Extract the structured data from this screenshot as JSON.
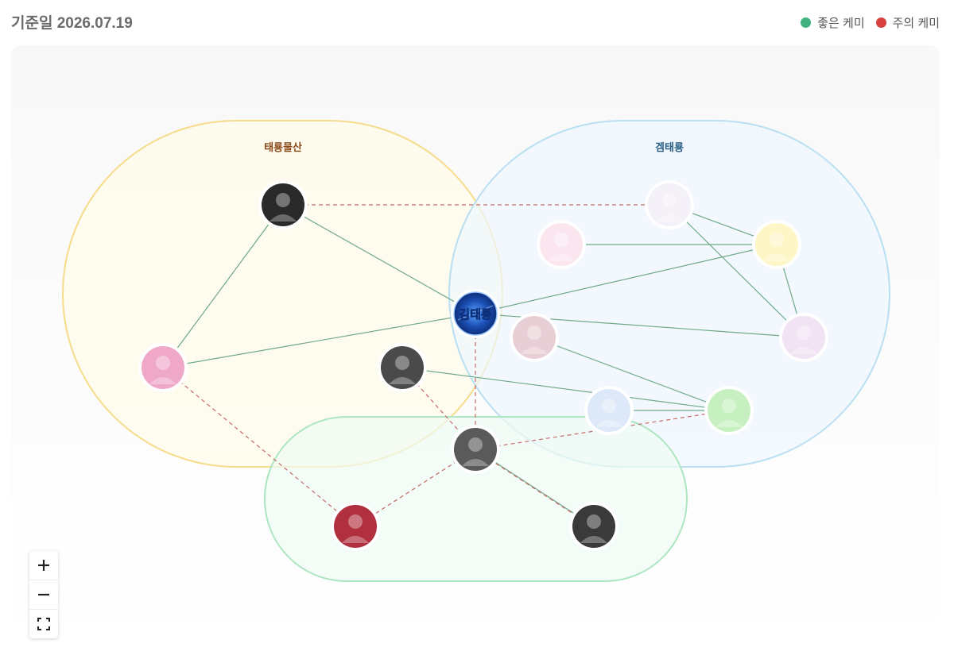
{
  "header": {
    "date_label": "기준일 2026.07.19",
    "legend": [
      {
        "label": "좋은 케미",
        "color": "#3fb27f"
      },
      {
        "label": "주의 케미",
        "color": "#d94040"
      }
    ]
  },
  "groups": [
    {
      "label": "태룡물산",
      "fill": "#fffbea",
      "stroke": "#f6dc8a",
      "text_color": "#8a4a1a"
    },
    {
      "label": "겜태룡",
      "fill": "#eef7fd",
      "stroke": "#b9dff2",
      "text_color": "#2b5f86"
    },
    {
      "label": "",
      "fill": "#eefbf2",
      "stroke": "#aee6c2",
      "text_color": "#2b7a4b"
    }
  ],
  "center_node": {
    "label": "김태룡"
  },
  "edge_colors": {
    "good": "#6fa98a",
    "caution": "#c86a6a"
  },
  "node_palette": [
    "#2a2a2a",
    "#f0a8c8",
    "#4a4a4a",
    "#5a5a5a",
    "#b03040",
    "#f4f1f8",
    "#fbe6f0",
    "#fff6c8",
    "#e8cfd6",
    "#f1e2f4",
    "#dde8f8",
    "#c6f0c0",
    "#3a3a3a"
  ],
  "controls": {
    "zoom_in": "zoom-in",
    "zoom_out": "zoom-out",
    "fit": "fit-view"
  }
}
